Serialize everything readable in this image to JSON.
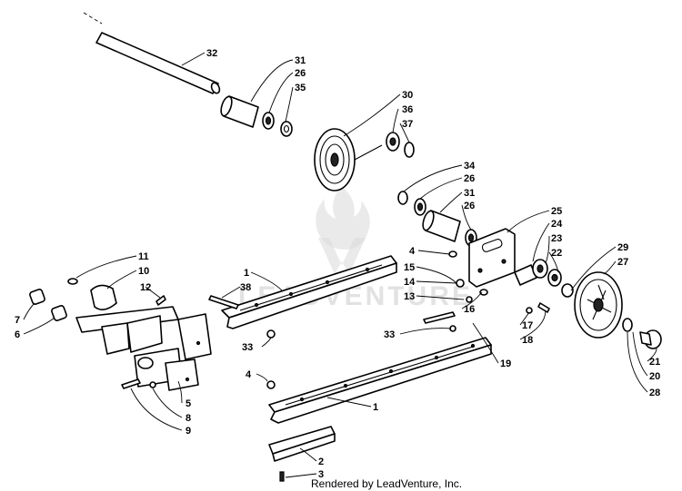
{
  "diagram": {
    "callouts": [
      "32",
      "31",
      "26",
      "35",
      "30",
      "36",
      "37",
      "34",
      "26",
      "31",
      "26",
      "25",
      "24",
      "23",
      "22",
      "29",
      "27",
      "4",
      "15",
      "14",
      "13",
      "16",
      "17",
      "18",
      "19",
      "33",
      "1",
      "38",
      "11",
      "10",
      "12",
      "7",
      "6",
      "33",
      "4",
      "5",
      "8",
      "9",
      "21",
      "20",
      "28",
      "1",
      "2",
      "3"
    ]
  },
  "watermark": {
    "lettering": "LEADVENTURE"
  },
  "footer": {
    "credit": "Rendered by LeadVenture, Inc."
  }
}
